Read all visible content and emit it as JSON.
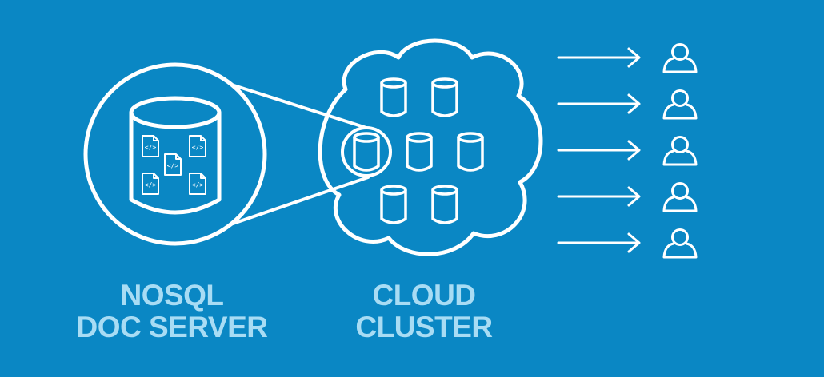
{
  "diagram": {
    "colors": {
      "background": "#0a87c4",
      "line": "#ffffff",
      "caption": "#a8dcf4"
    },
    "left_node": {
      "icon": "database-with-documents-icon",
      "doc_symbol": "</>",
      "caption_lines": [
        "NOSQL",
        "DOC SERVER"
      ]
    },
    "cloud_node": {
      "icon": "cloud-cluster-icon",
      "cylinder_count": 7,
      "caption_lines": [
        "CLOUD",
        "CLUSTER"
      ]
    },
    "users": {
      "count": 5,
      "arrow_icon": "arrow-right-icon",
      "user_icon": "user-icon"
    }
  }
}
